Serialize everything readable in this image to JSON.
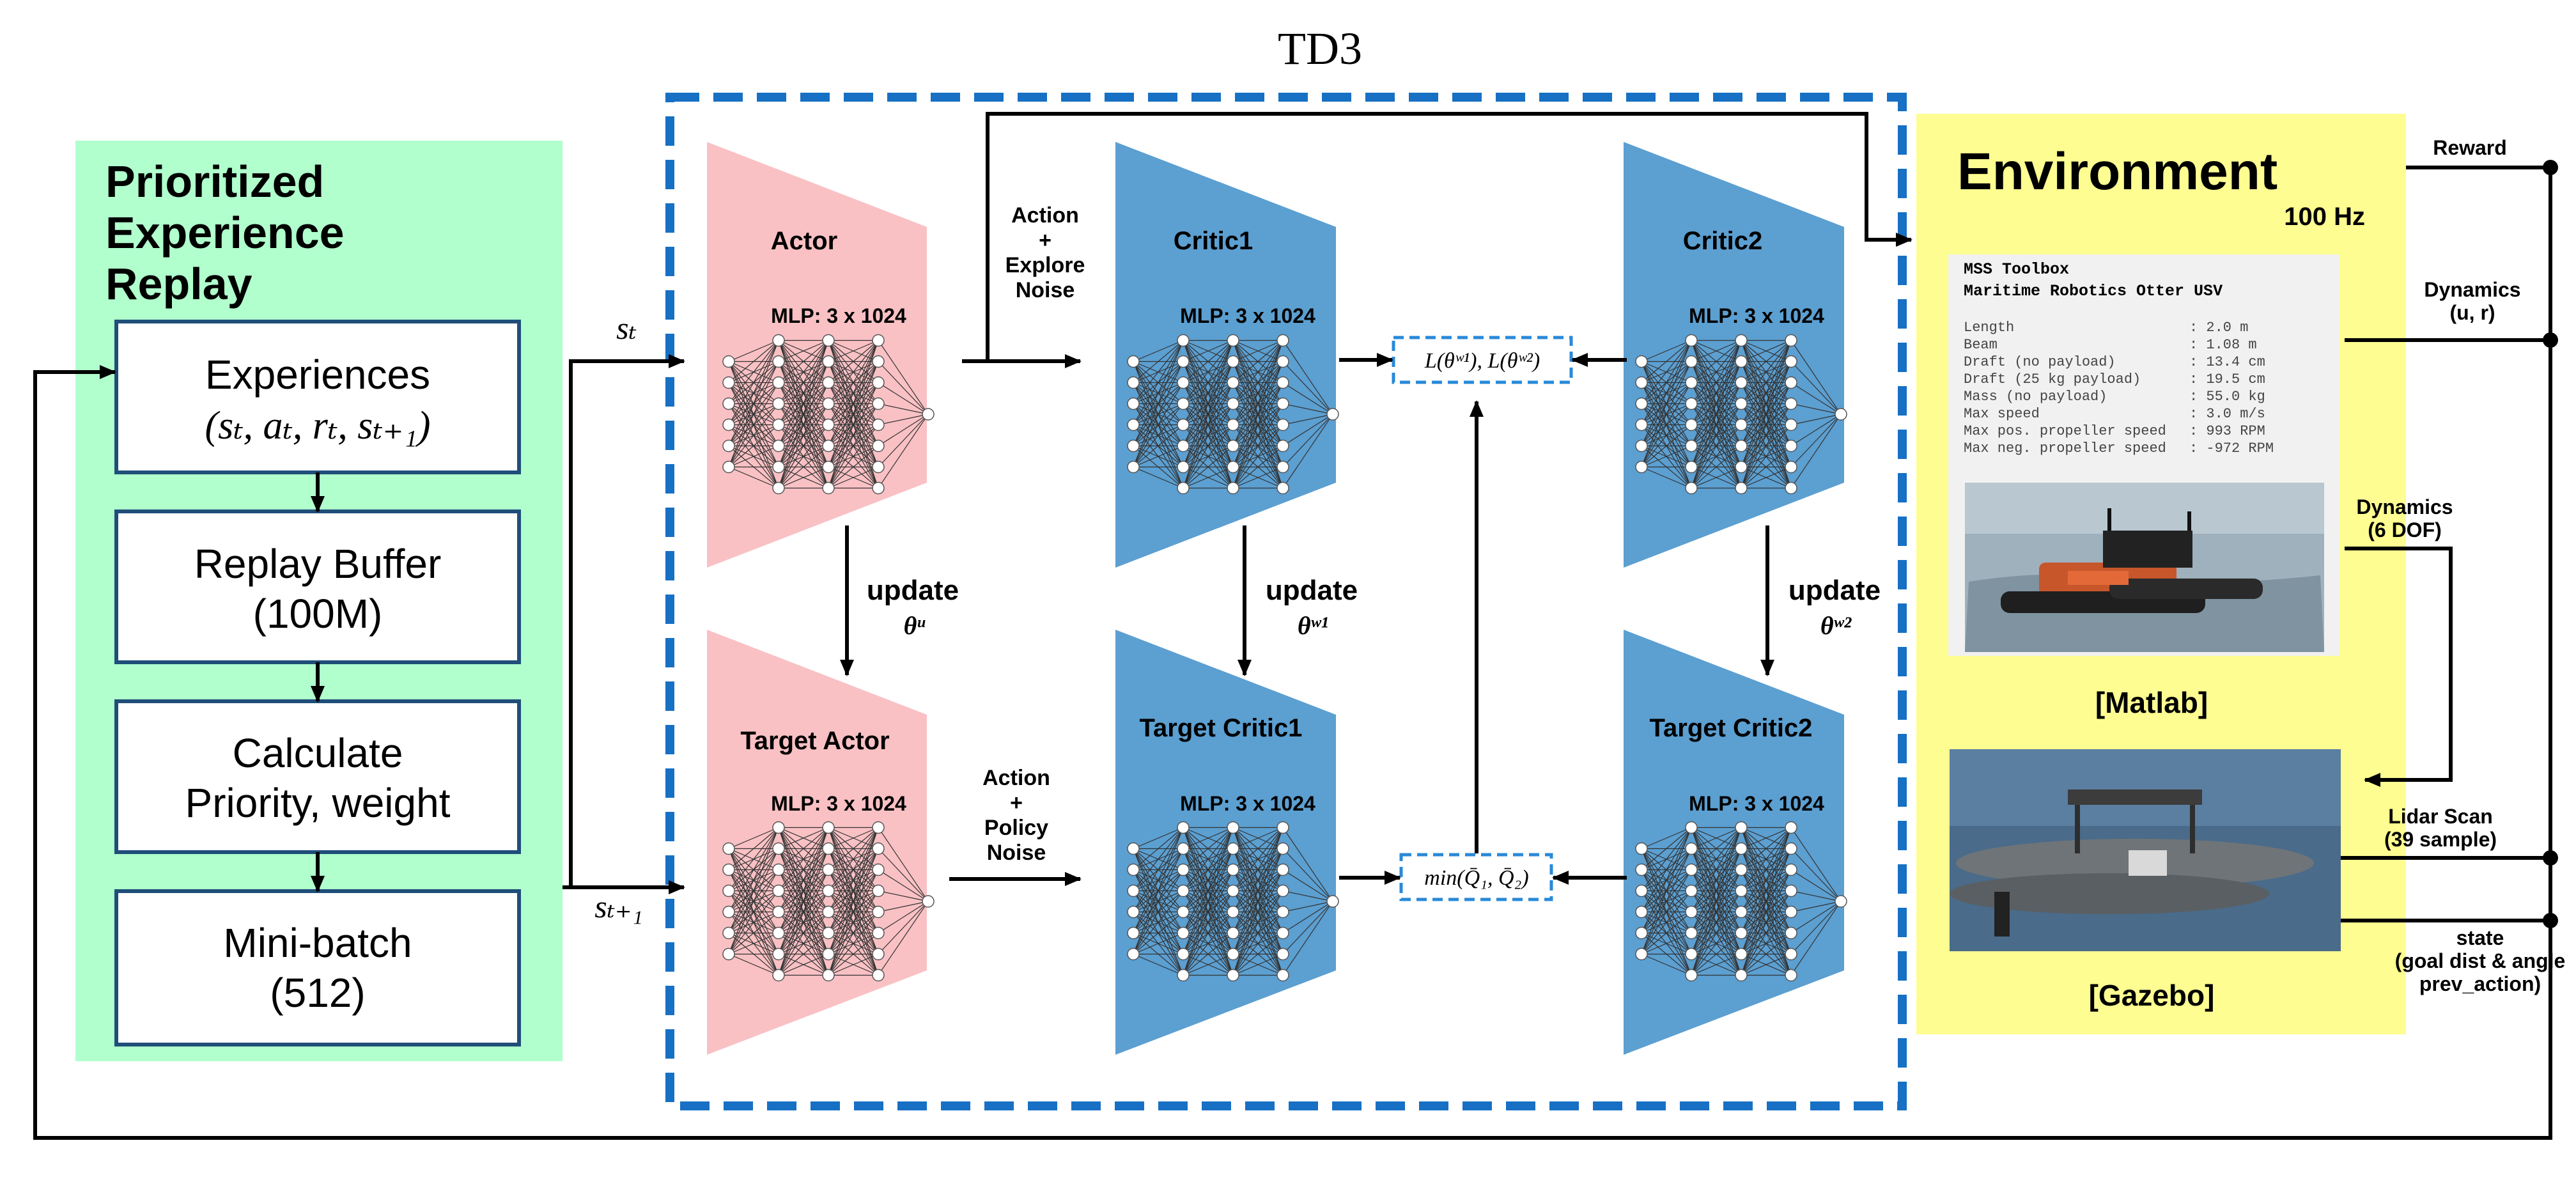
{
  "colors": {
    "per_bg": "#b0ffcd",
    "env_bg": "#fdfd91",
    "actor_fill": "#f9c1c4",
    "critic_fill": "#5c9fd1",
    "td3_border": "#1770c4",
    "dashed_box": "#2a89d8",
    "line": "#000000"
  },
  "td3": {
    "title": "TD3"
  },
  "per": {
    "title_line1": "Prioritized",
    "title_line2": "Experience",
    "title_line3": "Replay",
    "experiences_label": "Experiences",
    "experiences_tuple": "(sₜ, aₜ, rₜ, sₜ₊₁)",
    "buffer_line1": "Replay Buffer",
    "buffer_line2": "(100M)",
    "priority_line1": "Calculate",
    "priority_line2": "Priority, weight",
    "batch_line1": "Mini-batch",
    "batch_line2": "(512)"
  },
  "signals": {
    "st": "sₜ",
    "st1": "sₜ₊₁"
  },
  "networks": {
    "mlp": "MLP: 3 x 1024",
    "actor": "Actor",
    "target_actor": "Target Actor",
    "critic1": "Critic1",
    "target_critic1": "Target Critic1",
    "critic2": "Critic2",
    "target_critic2": "Target Critic2"
  },
  "labels": {
    "action_explore": [
      "Action",
      "+",
      "Explore",
      "Noise"
    ],
    "action_policy": [
      "Action",
      "+",
      "Policy",
      "Noise"
    ],
    "update": "update",
    "theta_mu": "θᵘ",
    "theta_w1": "θʷ¹",
    "theta_w2": "θʷ²",
    "loss": "L(θʷ¹), L(θʷ²)",
    "min_q": "min(Q̄₁, Q̄₂)"
  },
  "environment": {
    "title": "Environment",
    "rate": "100 Hz",
    "mss_line1": "MSS Toolbox",
    "mss_line2": "Maritime Robotics Otter USV",
    "specs": [
      {
        "name": "Length",
        "value": ": 2.0 m"
      },
      {
        "name": "Beam",
        "value": ": 1.08 m"
      },
      {
        "name": "Draft (no payload)",
        "value": ": 13.4 cm"
      },
      {
        "name": "Draft (25 kg payload)",
        "value": ": 19.5 cm"
      },
      {
        "name": "Mass (no payload)",
        "value": ": 55.0 kg"
      },
      {
        "name": "Max speed",
        "value": ": 3.0 m/s"
      },
      {
        "name": "Max pos. propeller speed",
        "value": ": 993 RPM"
      },
      {
        "name": "Max neg. propeller speed",
        "value": ": -972 RPM"
      }
    ],
    "matlab": "[Matlab]",
    "gazebo": "[Gazebo]"
  },
  "outputs": {
    "reward": "Reward",
    "dynamics_ur_line1": "Dynamics",
    "dynamics_ur_line2": "(u, r)",
    "dynamics_6dof_line1": "Dynamics",
    "dynamics_6dof_line2": "(6 DOF)",
    "lidar_line1": "Lidar Scan",
    "lidar_line2": "(39 sample)",
    "state_line1": "state",
    "state_line2": "(goal dist & angle",
    "state_line3": "prev_action)"
  }
}
